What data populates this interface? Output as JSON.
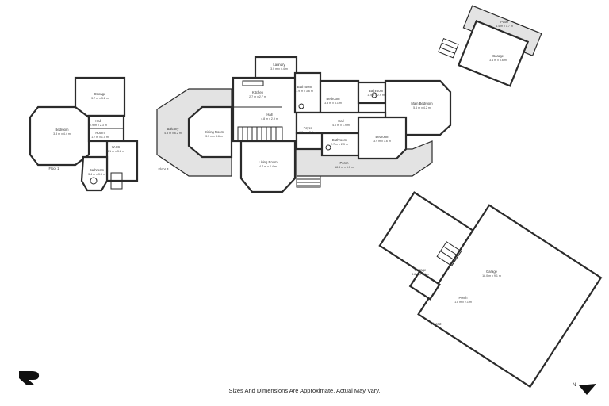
{
  "floors": {
    "floor1": "Floor 1",
    "floor2": "Floor 2",
    "floor3": "Floor 3"
  },
  "rooms": {
    "f1_storage": {
      "name": "Storage",
      "dims": "3.7 m x 3.2 m"
    },
    "f1_bedroom": {
      "name": "Bedroom",
      "dims": "3.3 m x 4.4 m"
    },
    "f1_hall": {
      "name": "Hall",
      "dims": "2.9 m x 2.3 m"
    },
    "f1_room": {
      "name": "Room",
      "dims": "1.7 m x 1.0 m"
    },
    "f1_wic": {
      "name": "W.I.C",
      "dims": "3.1 m x 3.8 m"
    },
    "f1_bathroom": {
      "name": "Bathroom",
      "dims": "3.4 m x 3.8 m"
    },
    "balcony": {
      "name": "Balcony",
      "dims": "4.8 m x 6.2 m"
    },
    "dining": {
      "name": "Dining Room",
      "dims": "3.5 m x 4.6 m"
    },
    "laundry": {
      "name": "Laundry",
      "dims": "3.0 m x 4.4 m"
    },
    "kitchen": {
      "name": "Kitchen",
      "dims": "2.7 m x 2.7 m"
    },
    "hall_main": {
      "name": "Hall",
      "dims": "4.8 m x 2.9 m"
    },
    "bathroom_top": {
      "name": "Bathroom",
      "dims": "1.9 m x 3.6 m"
    },
    "bedroom_mid": {
      "name": "Bedroom",
      "dims": "3.8 m x 3.1 m"
    },
    "bathroom_right": {
      "name": "Bathroom",
      "dims": "1.2 m x 2.9 m"
    },
    "main_bedroom": {
      "name": "Main Bedroom",
      "dims": "5.6 m x 4.2 m"
    },
    "hall_2": {
      "name": "Hall",
      "dims": "4.0 m x 1.9 m"
    },
    "foyer": {
      "name": "Foyer",
      "dims": "1.8 m x 3.2 m"
    },
    "bathroom_lower": {
      "name": "Bathroom",
      "dims": "2.7 m x 2.3 m"
    },
    "bedroom_right": {
      "name": "Bedroom",
      "dims": "3.9 m x 3.6 m"
    },
    "living": {
      "name": "Living Room",
      "dims": "4.7 m x 4.4 m"
    },
    "porch_main": {
      "name": "Porch",
      "dims": "18.8 m x 6.1 m"
    },
    "patio": {
      "name": "Patio",
      "dims": "4.4 m x 1.7 m"
    },
    "garage_small": {
      "name": "Garage",
      "dims": "3.4 m x 5.6 m"
    },
    "storage_f2": {
      "name": "Storage",
      "dims": "3.8 m x 8.8 m"
    },
    "garage_large": {
      "name": "Garage",
      "dims": "18.0 m x 9.1 m"
    },
    "porch_f2": {
      "name": "Porch",
      "dims": "1.8 m x 2.1 m"
    }
  },
  "disclaimer": "Sizes And Dimensions Are Approximate, Actual May Vary.",
  "north_label": "N",
  "colors": {
    "wall": "#2b2b2b",
    "deck": "#e3e3e3",
    "background": "#ffffff"
  }
}
